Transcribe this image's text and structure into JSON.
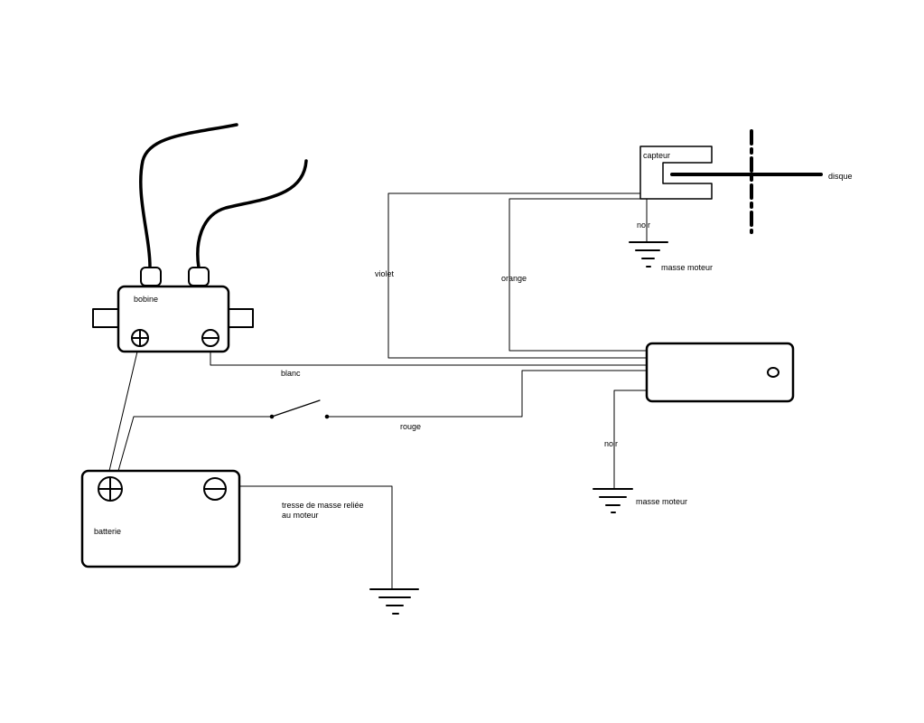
{
  "labels": {
    "bobine": "bobine",
    "batterie": "batterie",
    "capteur": "capteur",
    "disque": "disque",
    "violet": "violet",
    "orange": "orange",
    "blanc": "blanc",
    "rouge": "rouge",
    "noir_capteur": "noir",
    "noir_module": "noir",
    "masse_moteur_capteur": "masse moteur",
    "masse_moteur_module": "masse moteur",
    "tresse_line1": "tresse de masse reliée",
    "tresse_line2": "au moteur"
  },
  "colors": {
    "line": "#000000",
    "background": "#ffffff"
  },
  "icons": [
    "plus-terminal-icon",
    "minus-terminal-icon",
    "ground-symbol-icon",
    "switch-icon"
  ]
}
